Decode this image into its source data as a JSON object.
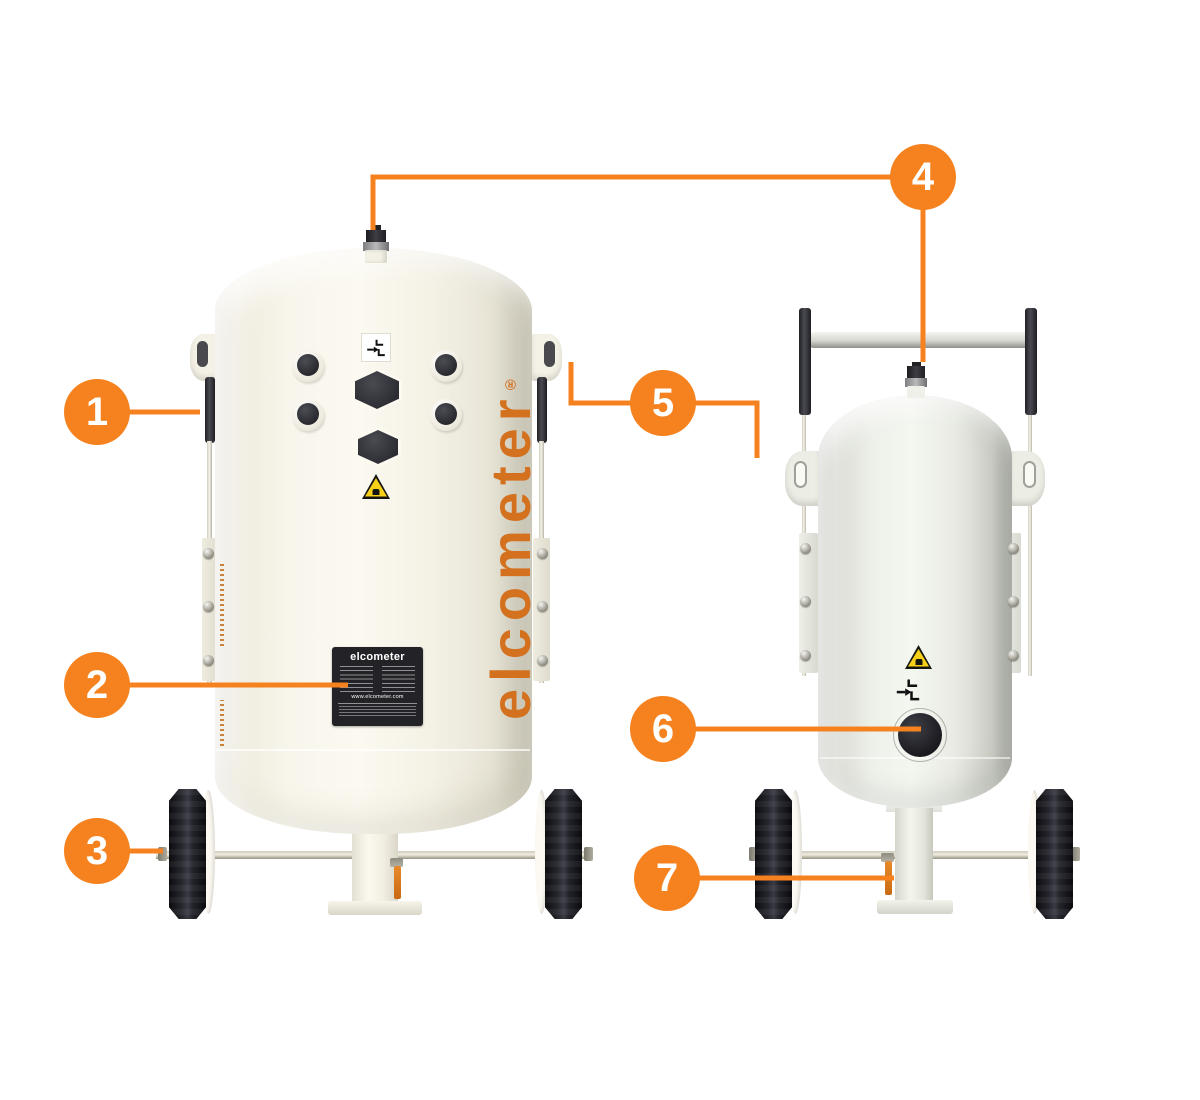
{
  "colors": {
    "accent": "#F5821F",
    "vessel_cream": "#F6F3E8",
    "vessel_gray": "#EDEFE9",
    "wheel_black": "#1B1B20",
    "warning_yellow": "#F7D117",
    "logo_orange": "#D4711F",
    "plate_black": "#232327"
  },
  "callouts": [
    {
      "number": "1"
    },
    {
      "number": "2"
    },
    {
      "number": "3"
    },
    {
      "number": "4"
    },
    {
      "number": "5"
    },
    {
      "number": "6"
    },
    {
      "number": "7"
    }
  ],
  "branding": {
    "side_logo": "elcometer",
    "registered_mark": "®",
    "plate_title": "elcometer",
    "plate_url": "www.elcometer.com"
  },
  "icons": {
    "warning": "warning-triangle",
    "flow": "flow-direction-arrows"
  }
}
